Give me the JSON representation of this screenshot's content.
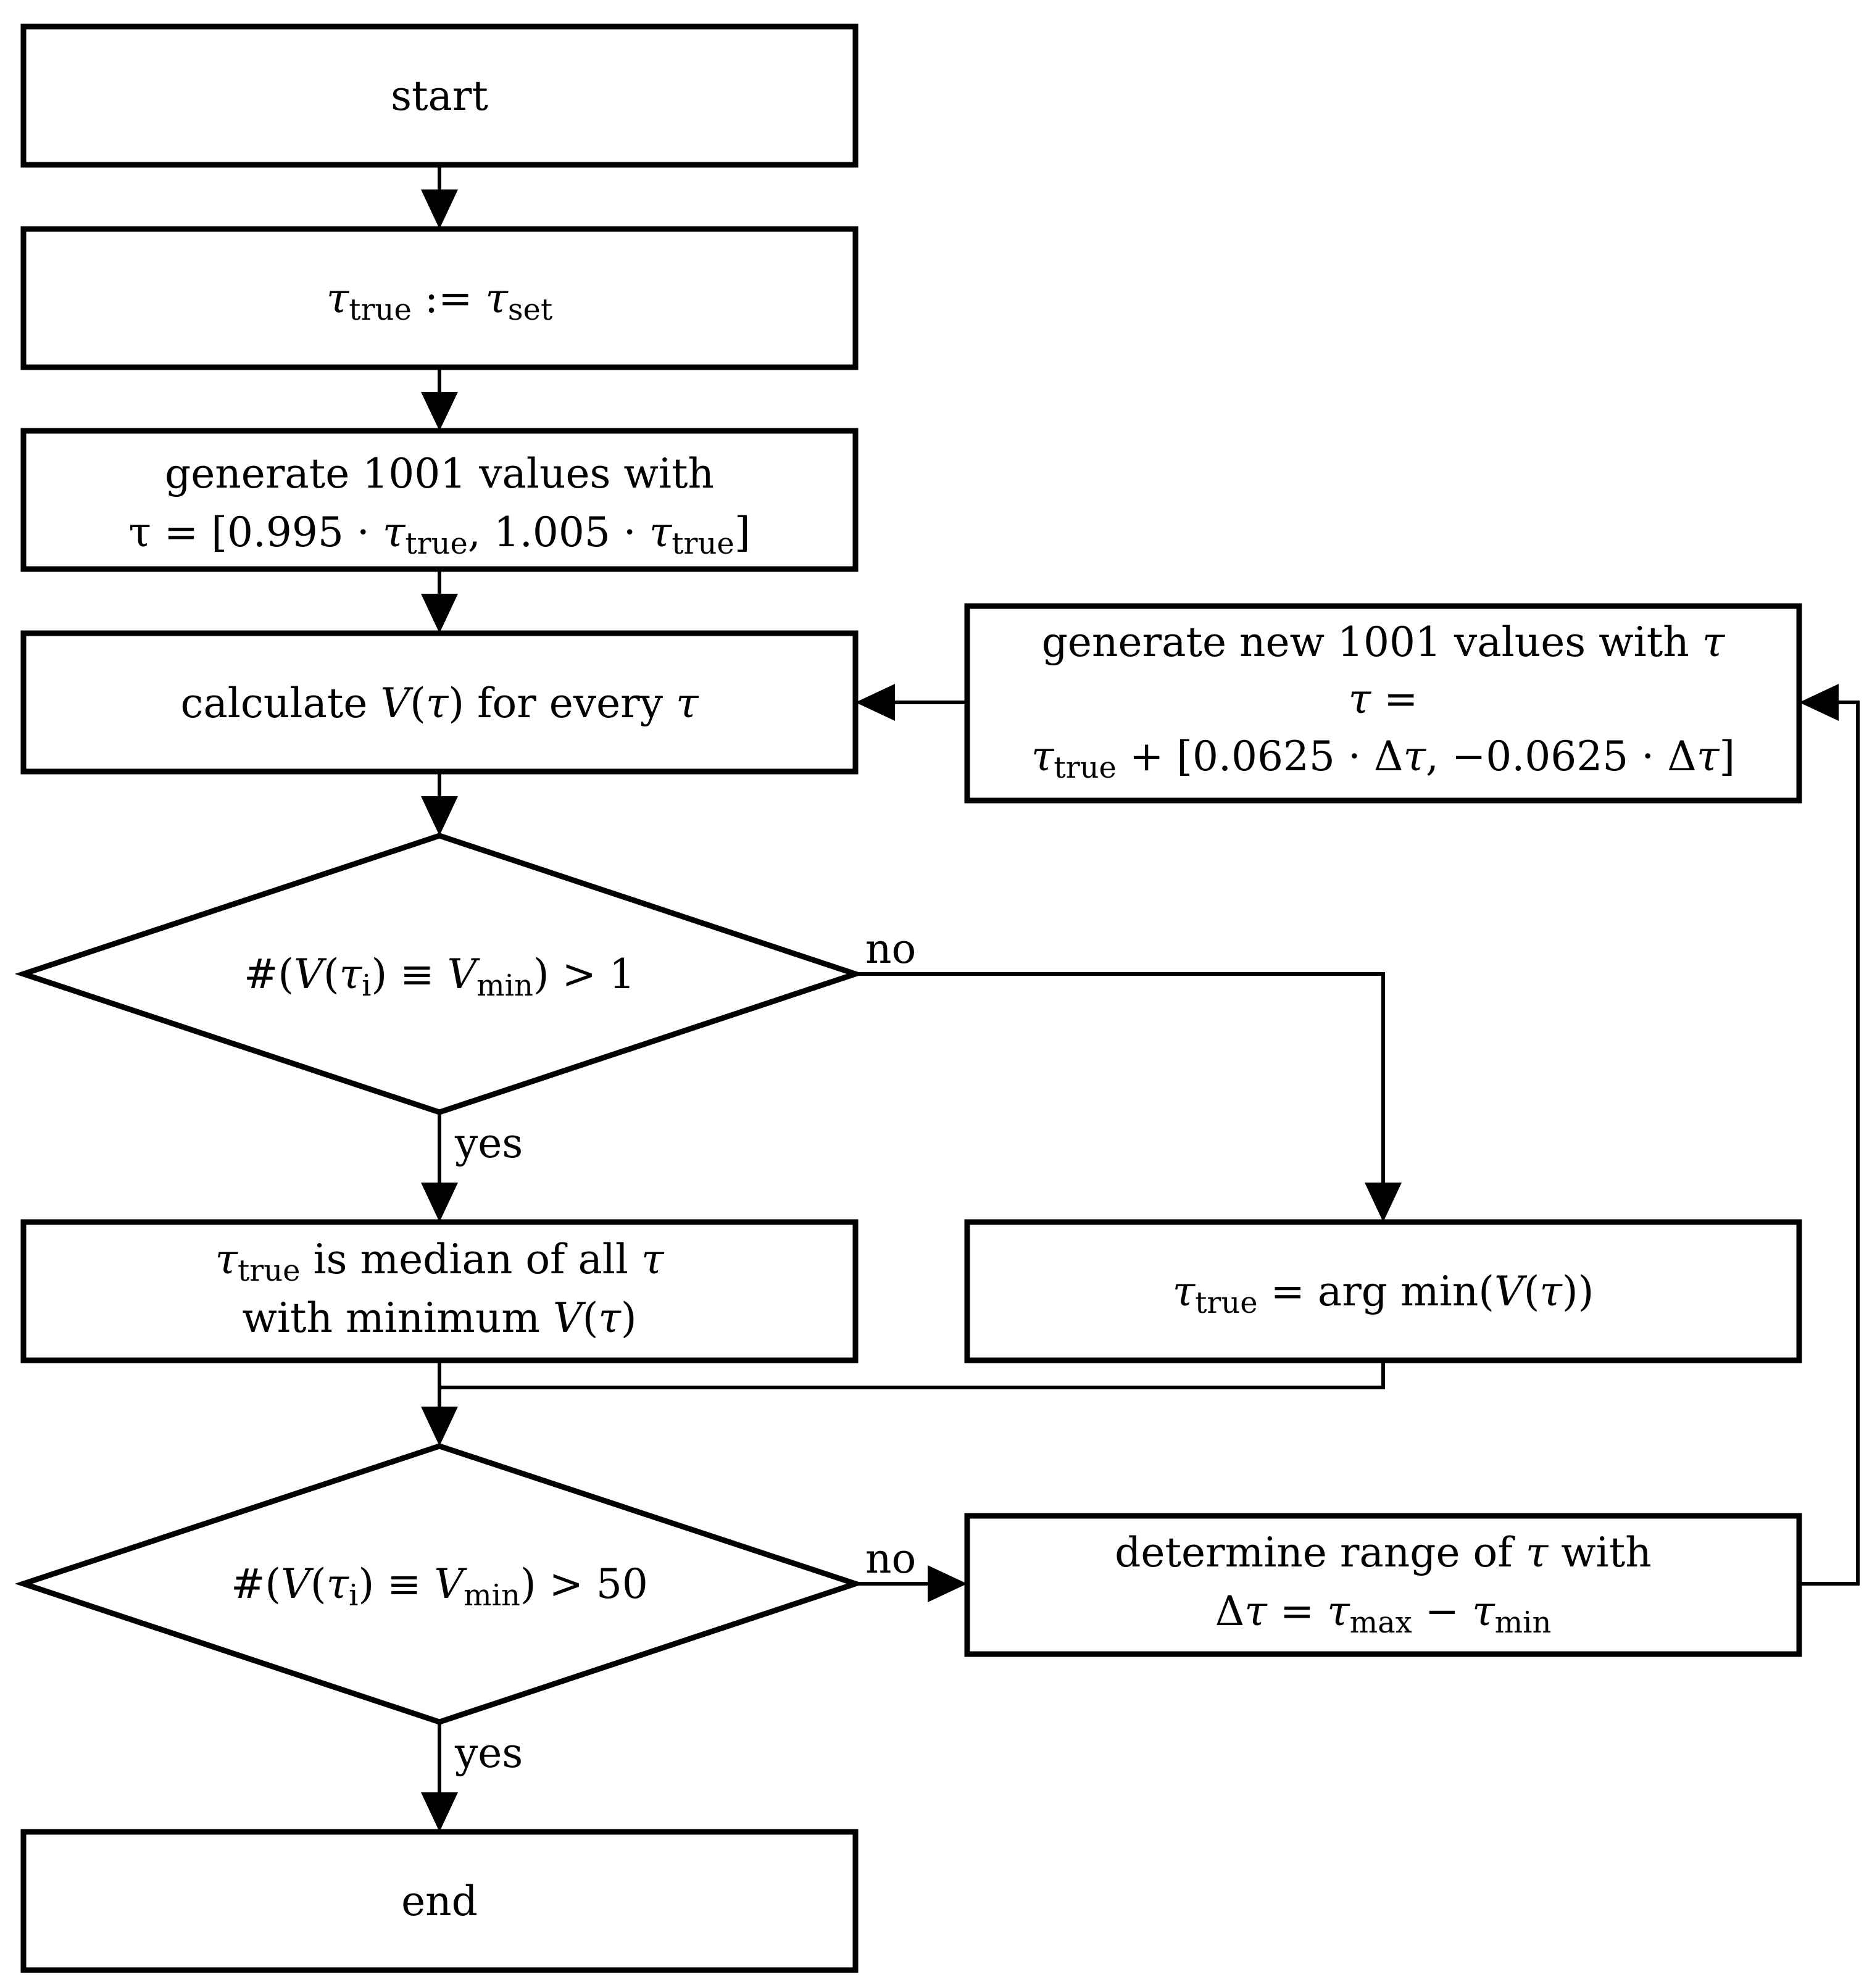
{
  "nodes": {
    "start": {
      "text": "start"
    },
    "init": {
      "sym": "τ",
      "sub1": "true",
      "op": " := ",
      "sym2": "τ",
      "sub2": "set"
    },
    "generate": {
      "line1": "generate 1001 values with",
      "t1": "τ = [0.995 · ",
      "t2": "τ",
      "t3": "true",
      "t4": ", 1.005 · ",
      "t5": "τ",
      "t6": "true",
      "t7": "]"
    },
    "calculate": {
      "t1": "calculate ",
      "t2": "V",
      "t3": "(",
      "t4": "τ",
      "t5": ") for every ",
      "t6": "τ"
    },
    "decision1": {
      "t1": "#(",
      "t2": "V",
      "t3": "(",
      "t4": "τ",
      "t5": "i",
      "t6": ") ≡ ",
      "t7": "V",
      "t8": "min",
      "t9": ") > 1"
    },
    "median": {
      "l1a": "τ",
      "l1b": "true",
      "l1c": " is median of all ",
      "l1d": "τ",
      "l2a": "with minimum ",
      "l2b": "V",
      "l2c": "(",
      "l2d": "τ",
      "l2e": ")"
    },
    "argmin": {
      "t1": "τ",
      "t2": "true",
      "t3": " = arg min(",
      "t4": "V",
      "t5": "(",
      "t6": "τ",
      "t7": "))"
    },
    "decision2": {
      "t1": "#(",
      "t2": "V",
      "t3": "(",
      "t4": "τ",
      "t5": "i",
      "t6": ") ≡ ",
      "t7": "V",
      "t8": "min",
      "t9": ") > 50"
    },
    "range": {
      "l1a": "determine range of ",
      "l1b": "τ",
      "l1c": " with",
      "l2a": "Δ",
      "l2b": "τ",
      "l2c": " = ",
      "l2d": "τ",
      "l2e": "max",
      "l2f": " − ",
      "l2g": "τ",
      "l2h": "min"
    },
    "newvalues": {
      "l1a": "generate new 1001 values with ",
      "l1b": "τ",
      "l2a": "τ",
      "l2b": " =",
      "l3a": "τ",
      "l3b": "true",
      "l3c": " + [0.0625 · Δ",
      "l3d": "τ",
      "l3e": ", −0.0625 · Δ",
      "l3f": "τ",
      "l3g": "]"
    },
    "end": {
      "text": "end"
    }
  },
  "edges": {
    "d1_no": "no",
    "d1_yes": "yes",
    "d2_no": "no",
    "d2_yes": "yes"
  }
}
